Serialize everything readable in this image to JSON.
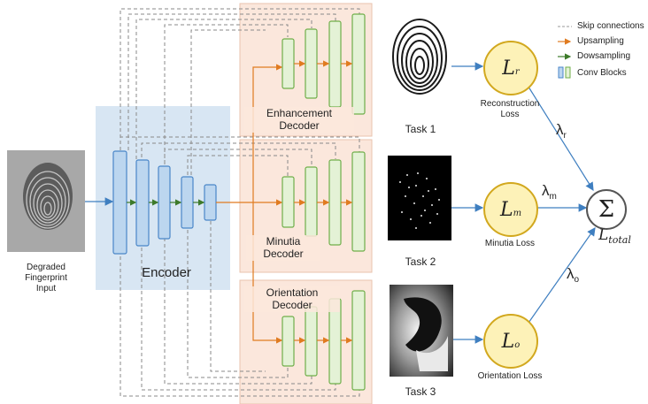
{
  "input_label": "Degraded\nFingerprint\nInput",
  "encoder": {
    "label": "Encoder"
  },
  "decoders": [
    {
      "label": "Enhancement\nDecoder"
    },
    {
      "label": "Minutia\nDecoder"
    },
    {
      "label": "Orientation\nDecoder"
    }
  ],
  "tasks": [
    {
      "label": "Task 1"
    },
    {
      "label": "Task 2"
    },
    {
      "label": "Task 3"
    }
  ],
  "losses": [
    {
      "symbol": "L",
      "sub": "r",
      "label": "Reconstruction\nLoss",
      "weight": "λ",
      "weight_sub": "r"
    },
    {
      "symbol": "L",
      "sub": "m",
      "label": "Minutia Loss",
      "weight": "λ",
      "weight_sub": "m"
    },
    {
      "symbol": "L",
      "sub": "o",
      "label": "Orientation Loss",
      "weight": "λ",
      "weight_sub": "o"
    }
  ],
  "sum": {
    "symbol": "Σ",
    "total_symbol": "L",
    "total_sub": "total"
  },
  "legend": [
    {
      "label": "Skip connections",
      "kind": "dashed",
      "color": "#9a9a9a"
    },
    {
      "label": "Upsampling",
      "kind": "arrow",
      "color": "#e07b20"
    },
    {
      "label": "Dowsampling",
      "kind": "arrow",
      "color": "#3d7a2a"
    },
    {
      "label": "Conv Blocks",
      "kind": "blocks",
      "color": "#5b8fd4"
    }
  ],
  "colors": {
    "encoder_bg": "#d8e6f3",
    "decoder_bg": "#fbe7dc",
    "encoder_block": "#bcd6ef",
    "encoder_block_border": "#4a86c8",
    "decoder_block": "#e4f2d6",
    "decoder_block_border": "#6fae4a",
    "flow_arrow": "#3f7fc0"
  }
}
